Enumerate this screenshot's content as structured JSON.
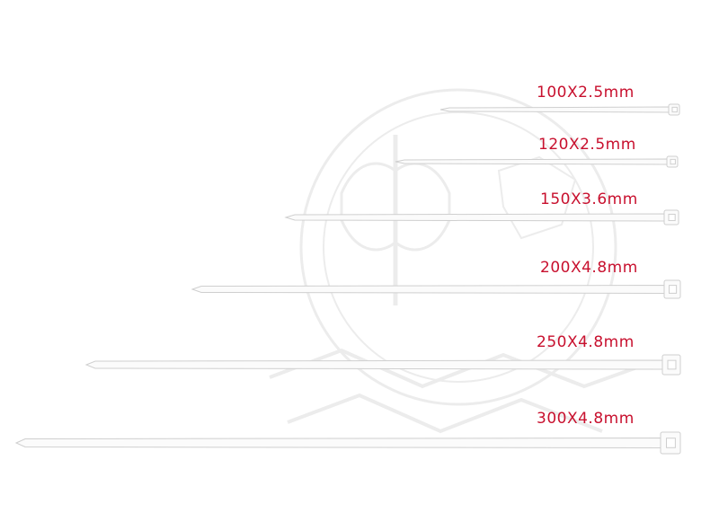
{
  "colors": {
    "label": "#c8102e",
    "tie_fill": "#fbfbfb",
    "tie_edge": "#cfcfcf",
    "watermark": "#ececec"
  },
  "cable_ties": [
    {
      "label": "100X2.5mm"
    },
    {
      "label": "120X2.5mm"
    },
    {
      "label": "150X3.6mm"
    },
    {
      "label": "200X4.8mm"
    },
    {
      "label": "250X4.8mm"
    },
    {
      "label": "300X4.8mm"
    }
  ],
  "watermark": {
    "icon": "double-axe-shield-emblem"
  }
}
